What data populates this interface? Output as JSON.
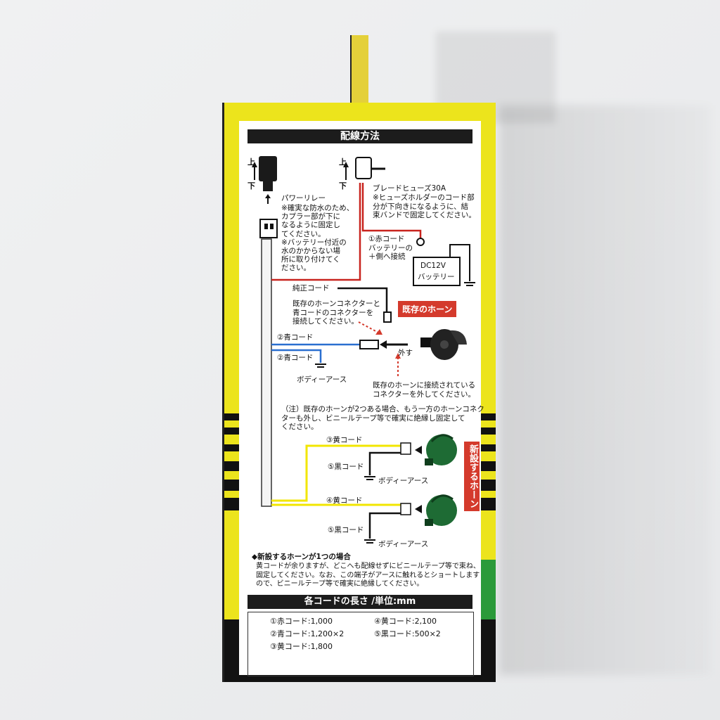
{
  "title": "配線方法",
  "up_label": "上",
  "down_label": "下",
  "relay": {
    "name": "パワーリレー",
    "note": "※確実な防水のため、\nカプラー部が下に\nなるように固定し\nてください。\n※バッテリー付近の\n水のかからない場\n所に取り付けてく\nださい。"
  },
  "fuse": {
    "name": "ブレードヒューズ30A",
    "note": "※ヒューズホルダーのコード部\n分が下向きになるように、結\n束バンドで固定してください。"
  },
  "red_cord": "①赤コード\nバッテリーの\n＋側へ接続",
  "battery": {
    "voltage": "DC12V",
    "label": "バッテリー"
  },
  "genuine_cord": "純正コード",
  "connect_note": "既存のホーンコネクターと\n青コードのコネクターを\n接続してください。",
  "existing_horn": "既存のホーン",
  "blue_cord_1": "②青コード",
  "blue_cord_2": "②青コード",
  "body_earth_1": "ボディーアース",
  "remove": "外す",
  "remove_note": "既存のホーンに接続されている\nコネクターを外してください。",
  "caution": "（注）既存のホーンが2つある場合、もう一方のホーンコネク\nターも外し、ビニールテープ等で確実に絶縁し固定して\nください。",
  "yellow_cord_1": "③黄コード",
  "black_cord_1": "⑤黒コード",
  "body_earth_2": "ボディーアース",
  "yellow_cord_2": "④黄コード",
  "black_cord_2": "⑤黒コード",
  "body_earth_3": "ボディーアース",
  "new_horn": "新設するホーン",
  "single_horn": {
    "heading": "◆新設するホーンが1つの場合",
    "text": "黄コードが余りますが、どこへも配線せずにビニールテープ等で束ね、\n固定してください。なお、この端子がアースに触れるとショートします\nので、ビニールテープ等で確実に絶縁してください。"
  },
  "lengths": {
    "heading": "各コードの長さ /単位:mm",
    "items": [
      "①赤コード:1,000",
      "②青コード:1,200×2",
      "③黄コード:1,800",
      "④黄コード:2,100",
      "⑤黒コード:500×2"
    ]
  },
  "colors": {
    "red": "#c8231e",
    "blue": "#2a6fd0",
    "yellow": "#f2e600",
    "black": "#111111",
    "horn_green": "#1e6b34",
    "box_yellow": "#ece41c"
  }
}
